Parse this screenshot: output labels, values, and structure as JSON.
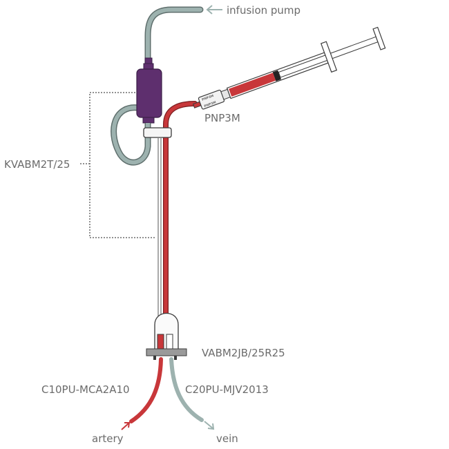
{
  "labels": {
    "infusion_pump": "infusion pump",
    "syringe_valve": "PNP3M",
    "kit": "KVABM2T/25",
    "manifold": "VABM2JB/25R25",
    "arterial_catheter": "C10PU-MCA2A10",
    "venous_catheter": "C20PU-MJV2013",
    "artery": "artery",
    "vein": "vein"
  },
  "valve_text": {
    "line1": "PNP3M",
    "line2": "PNP3M"
  },
  "colors": {
    "blood_red": "#c8373a",
    "saline_gray": "#9db2af",
    "reservoir_purple": "#5e2f6e",
    "label_gray": "#6b6b6b",
    "outline": "#3a3a3a"
  }
}
